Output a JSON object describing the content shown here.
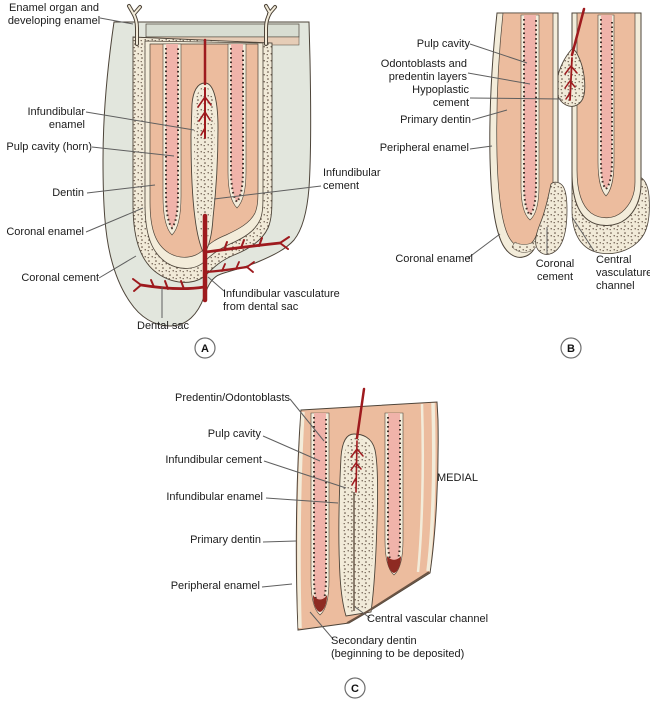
{
  "figure_title": "Tooth development diagram, three stages",
  "colors": {
    "background": "#ffffff",
    "dental_sac": "#e2e6dd",
    "dentin": "#ecbc9e",
    "pulp": "#f0b3aa",
    "enamel_cream": "#f3ecda",
    "cement_stipple_base": "#f1ead8",
    "stipple_dot": "#564437",
    "outline": "#4d4439",
    "vessel_red": "#9e1a1e",
    "secondary_dentin": "#8e2a22",
    "label_text": "#1b1b1b"
  },
  "panelA": {
    "badge": "A",
    "labels": {
      "enamel_organ": "Enamel organ and\ndeveloping enamel",
      "infundibular_enamel": "Infundibular enamel",
      "pulp_cavity_horn": "Pulp cavity (horn)",
      "dentin": "Dentin",
      "coronal_enamel": "Coronal enamel",
      "coronal_cement": "Coronal cement",
      "dental_sac": "Dental sac",
      "infundibular_cement": "Infundibular\ncement",
      "infundibular_vasculature": "Infundibular vasculature\nfrom dental sac"
    }
  },
  "panelB": {
    "badge": "B",
    "labels": {
      "pulp_cavity": "Pulp cavity",
      "odontoblasts": "Odontoblasts and\npredentin layers",
      "hypoplastic_cement": "Hypoplastic\ncement",
      "primary_dentin": "Primary dentin",
      "peripheral_enamel": "Peripheral enamel",
      "coronal_enamel": "Coronal enamel",
      "coronal_cement": "Coronal\ncement",
      "central_vasculature": "Central\nvasculature\nchannel"
    }
  },
  "panelC": {
    "badge": "C",
    "labels": {
      "predentin_odontoblasts": "Predentin/Odontoblasts",
      "pulp_cavity": "Pulp cavity",
      "infundibular_cement": "Infundibular cement",
      "infundibular_enamel": "Infundibular enamel",
      "primary_dentin": "Primary dentin",
      "peripheral_enamel": "Peripheral enamel",
      "medial": "MEDIAL",
      "central_vascular_channel": "Central vascular channel",
      "secondary_dentin": "Secondary dentin\n(beginning to be deposited)"
    }
  }
}
